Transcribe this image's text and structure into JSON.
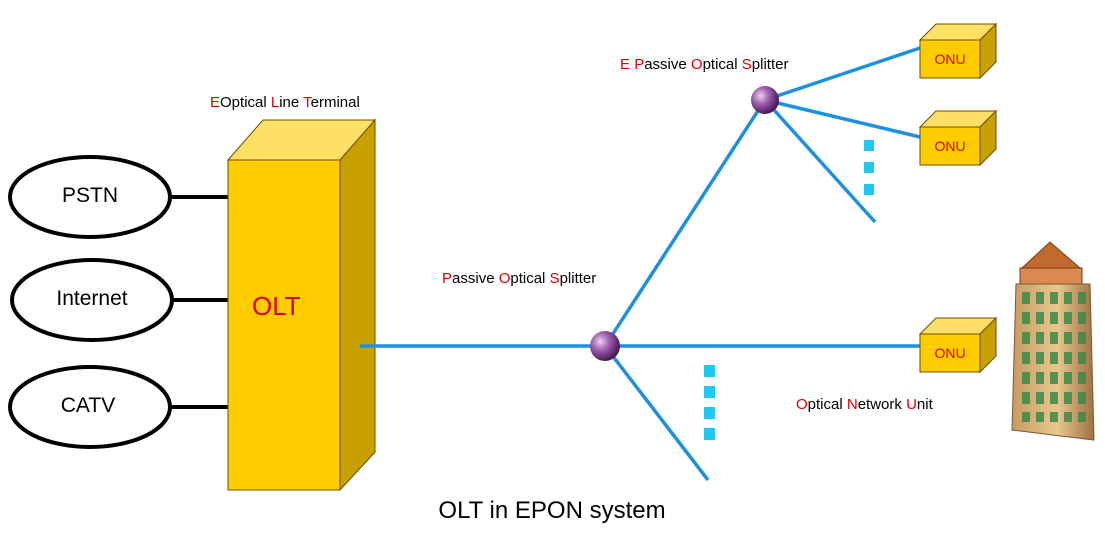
{
  "title_caption": "OLT in EPON system",
  "olt": {
    "text": "OLT",
    "label_parts": [
      "E",
      "Optical ",
      "L",
      "ine ",
      "T",
      "erminal"
    ]
  },
  "sources": [
    {
      "label": "PSTN"
    },
    {
      "label": "Internet"
    },
    {
      "label": "CATV"
    }
  ],
  "splitter_main": {
    "label_parts": [
      "P",
      "assive ",
      "O",
      "ptical ",
      "S",
      "plitter"
    ]
  },
  "splitter_upper": {
    "label_parts": [
      "E ",
      "P",
      "assive ",
      "O",
      "ptical ",
      "S",
      "plitter"
    ]
  },
  "onus": [
    {
      "text": "ONU"
    },
    {
      "text": "ONU"
    },
    {
      "text": "ONU"
    }
  ],
  "onu_label_parts": [
    "O",
    "ptical ",
    "N",
    "etwork ",
    "U",
    "nit"
  ],
  "colors": {
    "fiber": "#1e90e0",
    "dots": "#1ec8f0",
    "olt_front": "#ffcc00",
    "olt_side": "#c8a000",
    "olt_top": "#ffe066",
    "highlight": "#e00000",
    "splitter": "#8a4a9a"
  }
}
